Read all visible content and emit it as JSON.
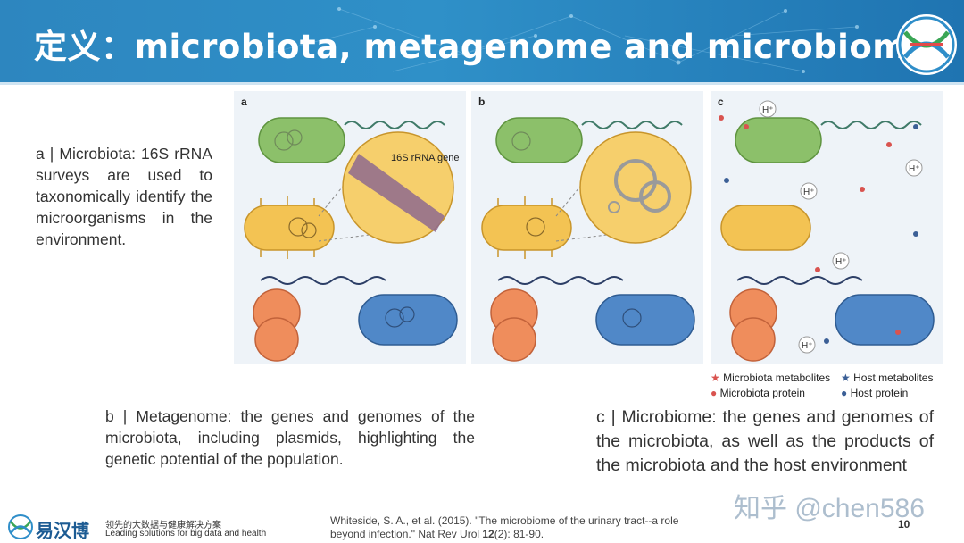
{
  "header": {
    "title": "定义：microbiota, metagenome and microbiome"
  },
  "paragraphs": {
    "a": "a | Microbiota: 16S rRNA surveys are used to taxonomically identify the microorganisms in the environment.",
    "b": "b | Metagenome: the genes and genomes of the microbiota, including plasmids, highlighting the genetic potential of the population.",
    "c": "c | Microbiome: the genes and genomes of the microbiota, as well as the products of the microbiota and the host environment"
  },
  "figure": {
    "panel_labels": [
      "a",
      "b",
      "c"
    ],
    "callout": "16S rRNA gene",
    "ion_label": "H⁺",
    "legend": {
      "microbiota_metabolites": "Microbiota metabolites",
      "host_metabolites": "Host metabolites",
      "microbiota_protein": "Microbiota protein",
      "host_protein": "Host protein"
    }
  },
  "footer": {
    "brand_cn": "易汉博",
    "tagline_cn": "领先的大数据与健康解决方案",
    "tagline_en": "Leading solutions for big data and health",
    "citation_pre": "Whiteside, S. A., et al. (2015). \"The microbiome of the urinary tract--a role beyond infection.\"",
    "citation_journal": "Nat Rev Urol",
    "citation_volume": "12",
    "citation_pages": "(2): 81-90.",
    "page_number": "10",
    "watermark": "知乎 @chen586"
  },
  "colors": {
    "header_blue": "#2d86bf",
    "green_cell": "#7db55a",
    "yellow_cell": "#f2c14e",
    "orange_cell": "#ee8a5a",
    "blue_cell": "#4f86c6",
    "metabolite_red": "#d9534f",
    "host_blue": "#3b5f96"
  }
}
